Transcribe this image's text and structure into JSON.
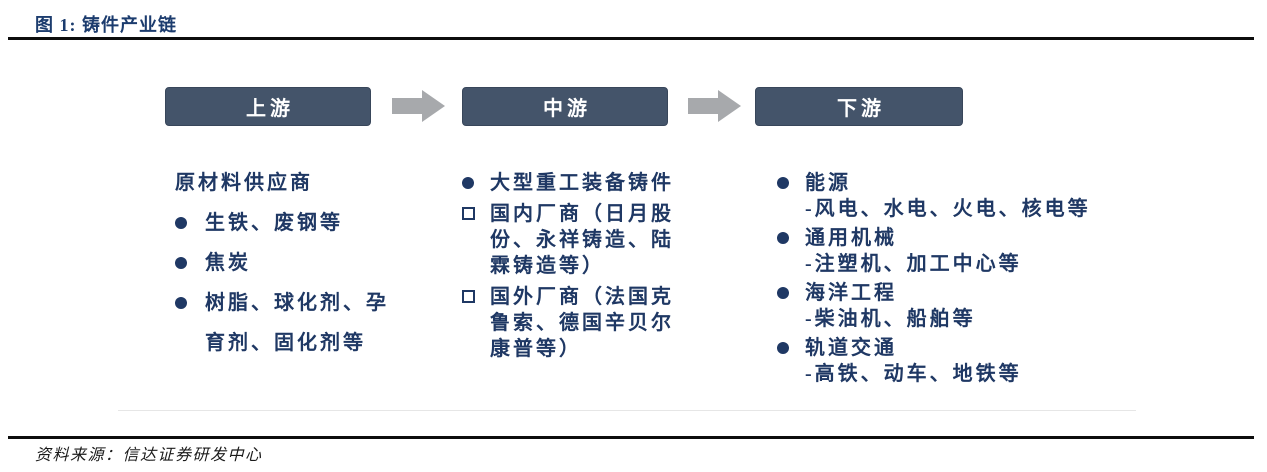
{
  "figure_title": "图 1: 铸件产业链",
  "source_note": "资料来源：信达证券研发中心",
  "stages": {
    "upstream": "上游",
    "midstream": "中游",
    "downstream": "下游"
  },
  "upstream": {
    "heading": "原材料供应商",
    "items": [
      "生铁、废钢等",
      "焦炭",
      "树脂、球化剂、孕育剂、固化剂等"
    ]
  },
  "midstream": {
    "items": [
      "大型重工装备铸件",
      "国内厂商（日月股份、永祥铸造、陆霖铸造等）",
      "国外厂商（法国克鲁索、德国辛贝尔康普等）"
    ]
  },
  "downstream": {
    "items": [
      {
        "category": "能源",
        "examples": "-风电、水电、火电、核电等"
      },
      {
        "category": "通用机械",
        "examples": "-注塑机、加工中心等"
      },
      {
        "category": "海洋工程",
        "examples": "-柴油机、船舶等"
      },
      {
        "category": "轨道交通",
        "examples": "-高铁、动车、地铁等"
      }
    ]
  },
  "colors": {
    "stage_box_fill": "#44546A",
    "arrow_gray": "#A7A9AC",
    "text_navy": "#1F3864",
    "rule_black": "#0D0D0D",
    "title_navy": "#1C3C6E"
  }
}
